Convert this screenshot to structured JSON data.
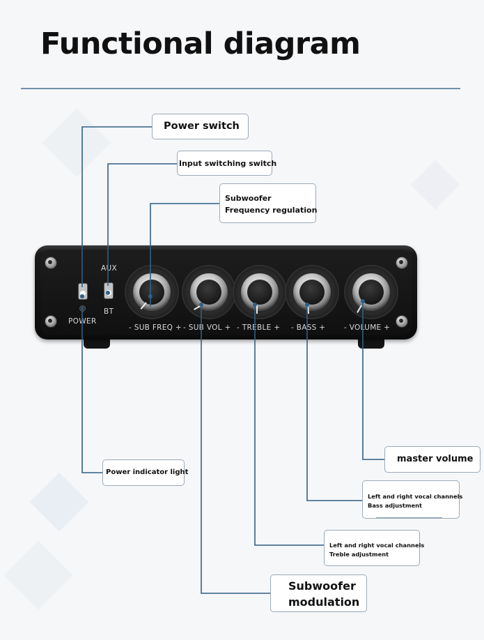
{
  "title": "Functional diagram",
  "device": {
    "labels": {
      "aux": "AUX",
      "bt": "BT",
      "power": "POWER",
      "sub_freq": "- SUB FREQ +",
      "sub_vol": "- SUB VOL +",
      "treble": "- TREBLE +",
      "bass": "- BASS +",
      "volume": "- VOLUME +"
    }
  },
  "callouts": {
    "power_switch": "Power switch",
    "input_switch": "Input switching switch",
    "sub_freq_line1": "Subwoofer",
    "sub_freq_line2": "Frequency regulation",
    "master_volume": "master volume",
    "power_indicator": "Power indicator light",
    "bass_line1": "Left and right vocal channels",
    "bass_line2": "Bass adjustment",
    "treble_line1": "Left and right vocal channels",
    "treble_line2": "Treble adjustment",
    "sub_mod_line1": "Subwoofer",
    "sub_mod_line2": "modulation"
  },
  "colors": {
    "leader": "#2f5f86",
    "title_rule": "#6f8fa8"
  }
}
